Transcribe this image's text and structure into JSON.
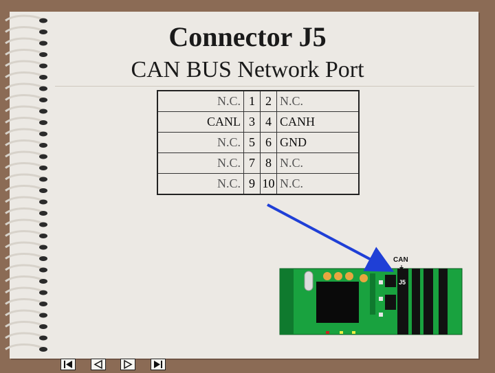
{
  "slide": {
    "title": "Connector J5",
    "subtitle": "CAN BUS Network Port"
  },
  "pinout": {
    "rows": [
      {
        "left": "N.C.",
        "pin_a": "1",
        "pin_b": "2",
        "right": "N.C."
      },
      {
        "left": "CANL",
        "pin_a": "3",
        "pin_b": "4",
        "right": "CANH"
      },
      {
        "left": "N.C.",
        "pin_a": "5",
        "pin_b": "6",
        "right": "GND"
      },
      {
        "left": "N.C.",
        "pin_a": "7",
        "pin_b": "8",
        "right": "N.C."
      },
      {
        "left": "N.C.",
        "pin_a": "9",
        "pin_b": "10",
        "right": "N.C."
      }
    ]
  },
  "board": {
    "can_label": "CAN",
    "connector_label": "J5"
  },
  "navigation": {
    "buttons": [
      "first-slide-icon",
      "previous-slide-icon",
      "next-slide-icon",
      "last-slide-icon"
    ]
  },
  "colors": {
    "paper": "#ece9e4",
    "background": "#8b6b55",
    "board_green": "#19a23f",
    "arrow_blue": "#1f3fd6"
  }
}
